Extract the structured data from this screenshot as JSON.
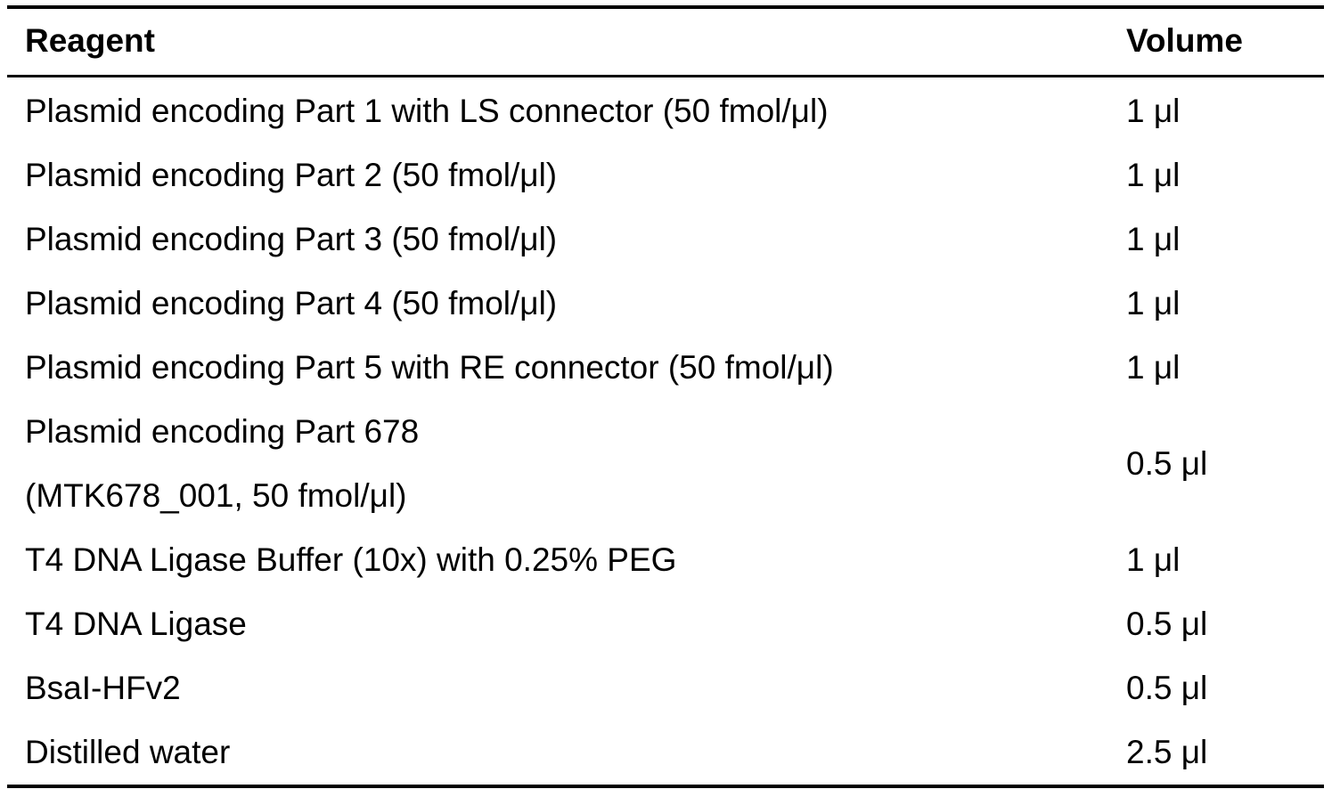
{
  "table": {
    "headers": {
      "reagent": "Reagent",
      "volume": "Volume"
    },
    "rows": [
      {
        "reagent": "Plasmid encoding Part 1 with LS connector (50 fmol/μl)",
        "volume": "1 μl"
      },
      {
        "reagent": "Plasmid encoding Part 2 (50 fmol/μl)",
        "volume": "1 μl"
      },
      {
        "reagent": "Plasmid encoding Part 3 (50 fmol/μl)",
        "volume": "1 μl"
      },
      {
        "reagent": "Plasmid encoding Part 4 (50 fmol/μl)",
        "volume": "1 μl"
      },
      {
        "reagent": "Plasmid encoding Part 5 with RE connector (50 fmol/μl)",
        "volume": "1 μl"
      },
      {
        "reagent_line1": "Plasmid encoding Part 678",
        "reagent_line2": "(MTK678_001, 50 fmol/μl)",
        "volume": "0.5 μl"
      },
      {
        "reagent": "T4 DNA Ligase Buffer (10x) with 0.25% PEG",
        "volume": "1 μl"
      },
      {
        "reagent": "T4 DNA Ligase",
        "volume": "0.5 μl"
      },
      {
        "reagent": "BsaI-HFv2",
        "volume": "0.5 μl"
      },
      {
        "reagent": "Distilled water",
        "volume": "2.5 μl"
      }
    ]
  }
}
